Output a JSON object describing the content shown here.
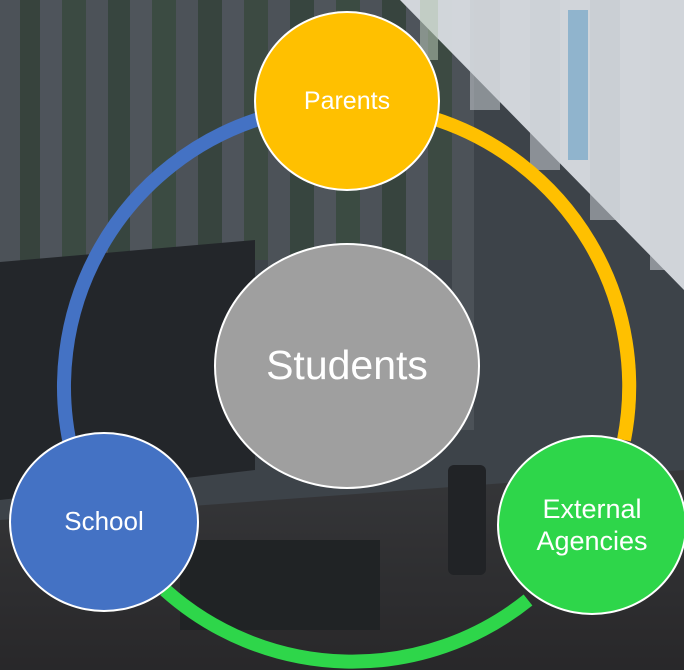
{
  "nodes": {
    "parents": {
      "label": "Parents",
      "color": "#ffc000"
    },
    "school": {
      "label": "School",
      "color": "#4472c4"
    },
    "external": {
      "label": "External Agencies",
      "color": "#2ed64a"
    },
    "students": {
      "label": "Students",
      "color": "#9f9f9f"
    }
  },
  "connectors": {
    "parents_school": "#4472c4",
    "parents_external": "#ffc000",
    "school_external": "#2ed64a"
  },
  "background": {
    "photo_tone": "#343840",
    "overlay": "#3a3f47"
  }
}
